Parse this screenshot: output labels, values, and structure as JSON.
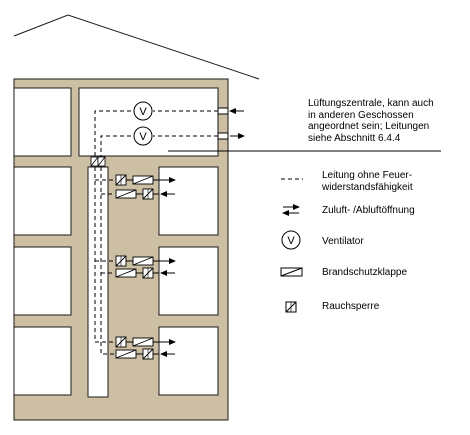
{
  "colors": {
    "wall": "#cdbfa4",
    "room": "#ffffff",
    "outline": "#1a1a1a",
    "duct": "#000000",
    "background": "#ffffff"
  },
  "annotation": {
    "lines": [
      "Lüftungszentrale, kann auch",
      "in anderen Geschossen",
      "angeordnet sein; Leitungen",
      "siehe Abschnitt 6.4.4"
    ]
  },
  "legend": [
    {
      "symbol": "dashed-line-icon",
      "lines": [
        "Leitung ohne Feuer-",
        "widerstandsfähigkeit"
      ]
    },
    {
      "symbol": "supply-exhaust-arrows-icon",
      "lines": [
        "Zuluft- /Abluftöffnung"
      ]
    },
    {
      "symbol": "fan-icon",
      "symbol_text": "V",
      "lines": [
        "Ventilator"
      ]
    },
    {
      "symbol": "fire-damper-icon",
      "lines": [
        "Brandschutzklappe"
      ]
    },
    {
      "symbol": "smoke-barrier-icon",
      "lines": [
        "Rauchsperre"
      ]
    }
  ],
  "fans": [
    {
      "symbol_text": "V"
    },
    {
      "symbol_text": "V"
    }
  ]
}
